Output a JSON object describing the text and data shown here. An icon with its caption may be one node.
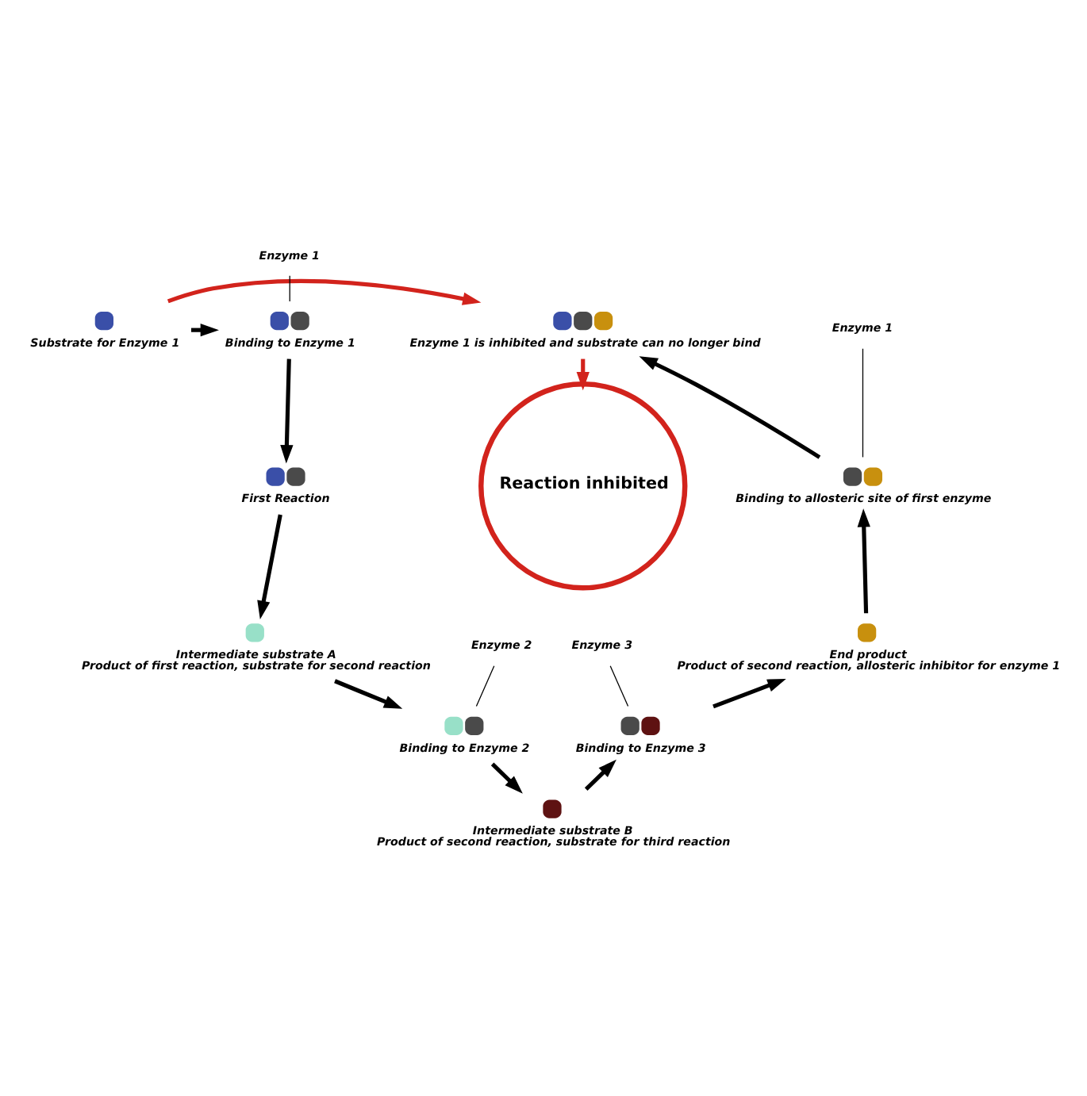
{
  "diagram": {
    "nodes": [
      {
        "text": [
          "Substrate for Enzyme 1"
        ]
      },
      {
        "text": [
          "Binding to Enzyme 1"
        ]
      },
      {
        "text": [
          "Enzyme 1"
        ]
      },
      {
        "text": [
          "First Reaction"
        ]
      },
      {
        "text": [
          "Intermediate substrate A",
          "Product of first reaction, substrate for second reaction"
        ]
      },
      {
        "text": [
          "Binding to Enzyme 2"
        ]
      },
      {
        "text": [
          "Enzyme 2"
        ]
      },
      {
        "text": [
          "Intermediate substrate B",
          "Product of second reaction, substrate for third reaction"
        ]
      },
      {
        "text": [
          "Binding to Enzyme 3"
        ]
      },
      {
        "text": [
          "Enzyme 3"
        ]
      },
      {
        "text": [
          "End product",
          "Product of second reaction, allosteric inhibitor for enzyme 1"
        ]
      },
      {
        "text": [
          "Binding to allosteric site of first enzyme"
        ]
      },
      {
        "text": [
          "Enzyme 1"
        ]
      },
      {
        "text": [
          "Enzyme 1 is inhibited and substrate can no longer bind"
        ]
      },
      {
        "text": [
          "Reaction inhibited"
        ]
      }
    ],
    "edges": [
      {
        "from": 0,
        "to": 1,
        "arrow": "to"
      },
      {
        "from": 1,
        "to": 3,
        "arrow": "to"
      },
      {
        "from": 3,
        "to": 4,
        "arrow": "to"
      },
      {
        "from": 4,
        "to": 5,
        "arrow": "to"
      },
      {
        "from": 5,
        "to": 7,
        "arrow": "to"
      },
      {
        "from": 7,
        "to": 8,
        "arrow": "to"
      },
      {
        "from": 8,
        "to": 10,
        "arrow": "to"
      },
      {
        "from": 10,
        "to": 11,
        "arrow": "to"
      },
      {
        "from": 11,
        "to": 13,
        "arrow": "to"
      },
      {
        "from": 0,
        "to": 13,
        "arrow": "to",
        "color": "#d2231c"
      },
      {
        "from": 13,
        "to": 14,
        "arrow": "to",
        "color": "#d2231c"
      },
      {
        "from": 2,
        "to": 1,
        "arrow": "none"
      },
      {
        "from": 6,
        "to": 5,
        "arrow": "none"
      },
      {
        "from": 9,
        "to": 8,
        "arrow": "none"
      },
      {
        "from": 12,
        "to": 11,
        "arrow": "none"
      }
    ]
  }
}
